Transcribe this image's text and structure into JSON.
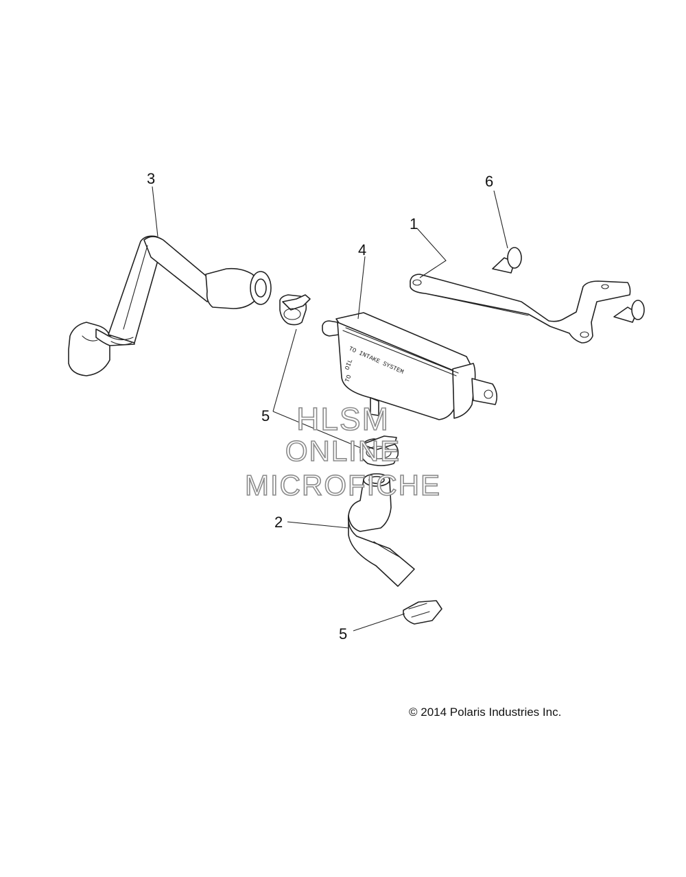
{
  "callouts": {
    "part_1": "1",
    "part_2": "2",
    "part_3": "3",
    "part_4": "4",
    "part_5_upper": "5",
    "part_5_lower": "5",
    "part_6": "6"
  },
  "separator_labels": {
    "line_1": "TO INTAKE SYSTEM",
    "line_2": "TO",
    "line_3": "OIL"
  },
  "watermark": {
    "line_1": "HLSM",
    "line_2": "ONLINE",
    "line_3": "MICROFICHE"
  },
  "copyright": "© 2014 Polaris Industries Inc."
}
